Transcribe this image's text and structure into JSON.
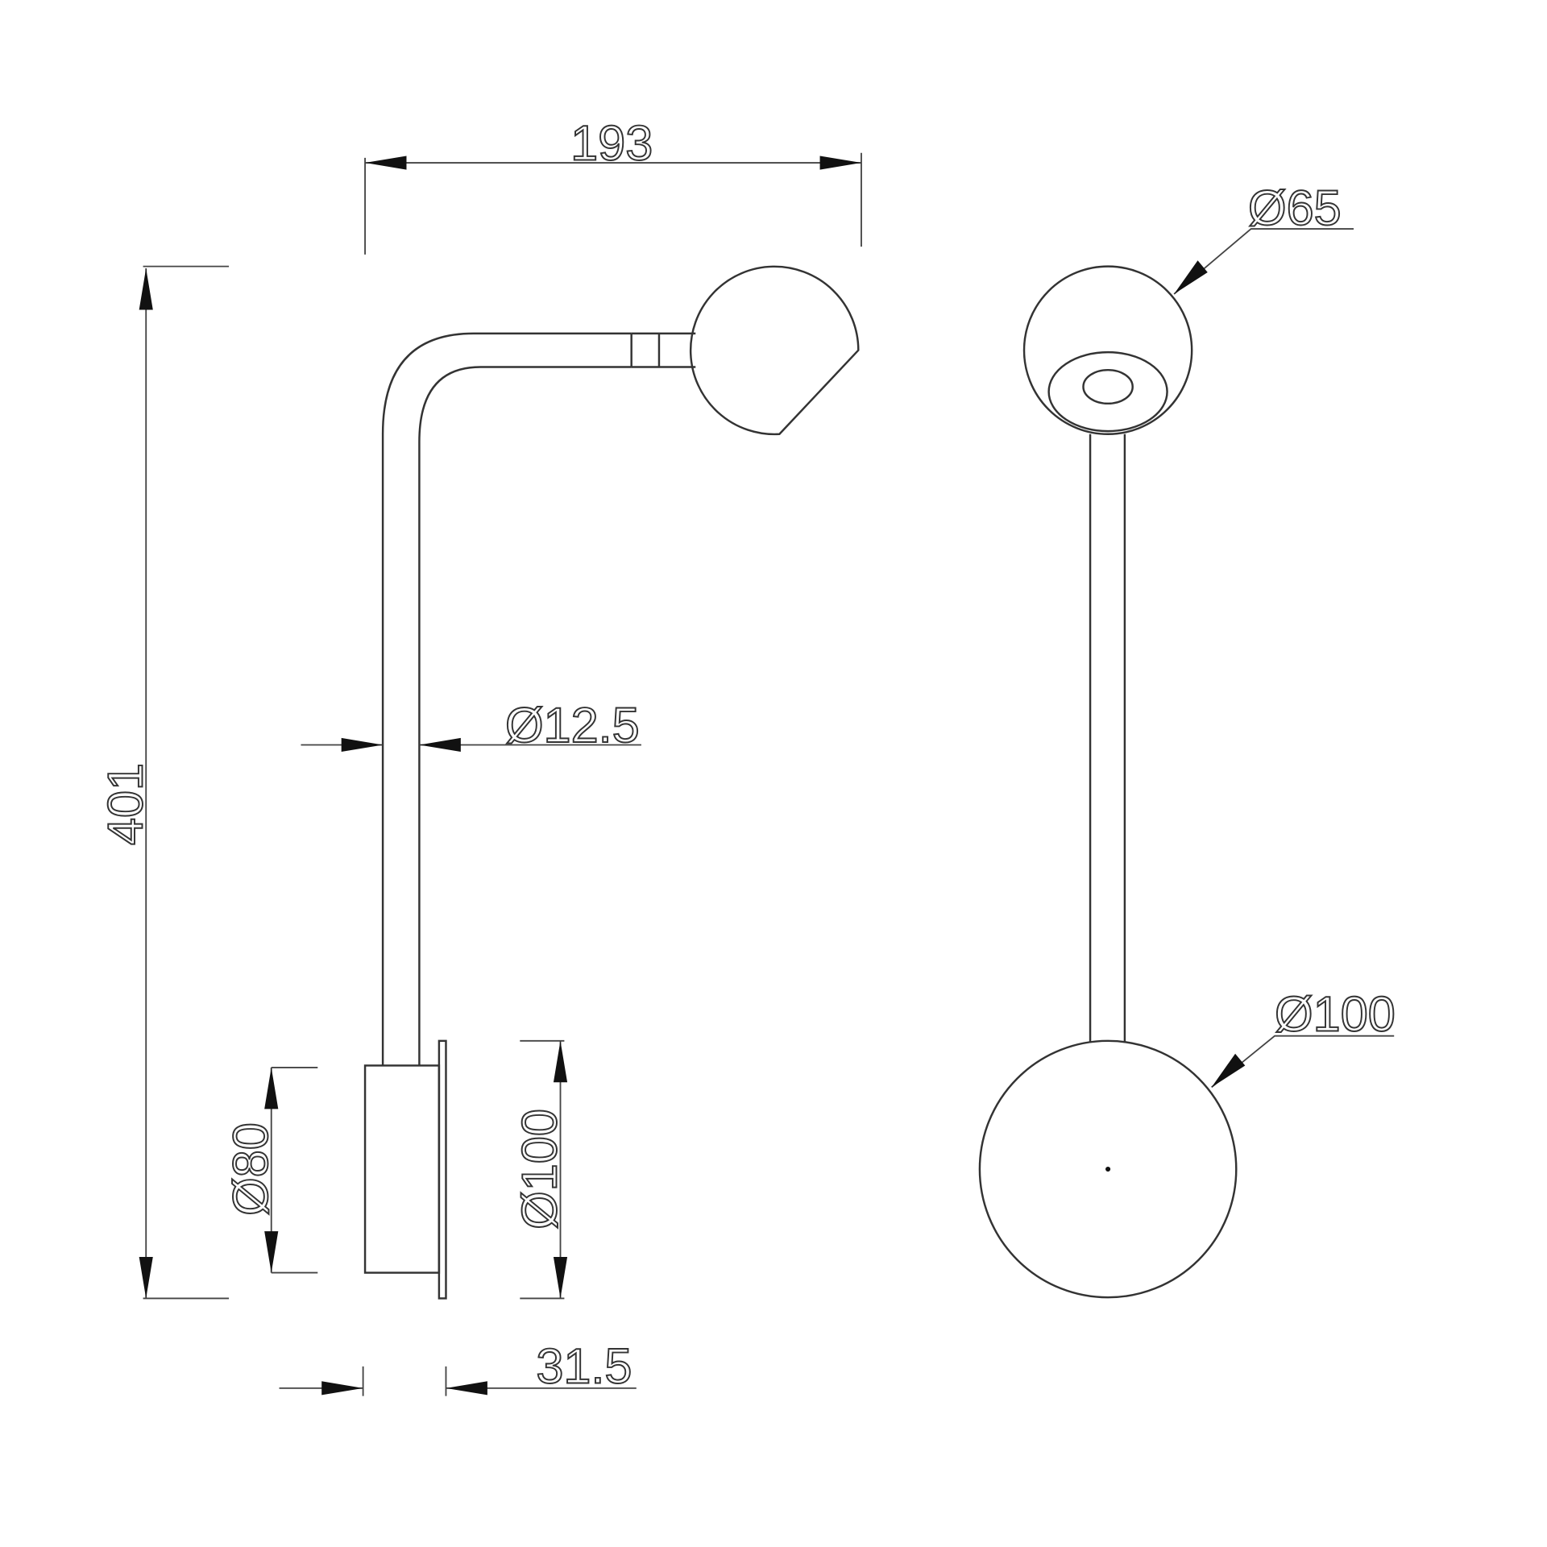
{
  "title": "Wall lamp dimension drawing",
  "dimensions": {
    "overall_width": "193",
    "overall_height": "401",
    "arm_diameter": "Ø12.5",
    "base_diameter_inner": "Ø80",
    "plate_diameter_side": "Ø100",
    "base_depth": "31.5",
    "head_diameter": "Ø65",
    "plate_diameter_front": "Ø100"
  },
  "colors": {
    "line": "#333333",
    "background": "#ffffff"
  }
}
